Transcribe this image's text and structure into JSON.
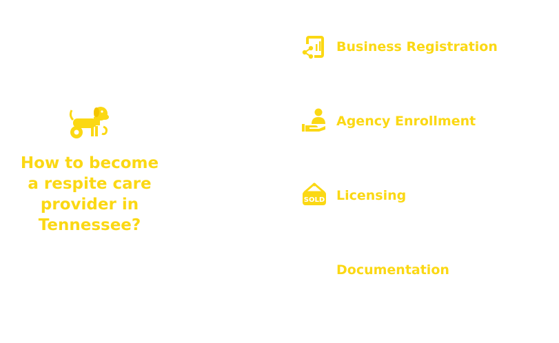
{
  "hero": {
    "icon": "dog-wheelchair-icon",
    "title": "How to become a respite care provider in Tennessee?"
  },
  "steps": [
    {
      "label": "Business Registration",
      "icon": "document-share-icon"
    },
    {
      "label": "Agency Enrollment",
      "icon": "person-hand-icon"
    },
    {
      "label": "Licensing",
      "icon": "sold-sign-icon"
    },
    {
      "label": "Documentation",
      "icon": ""
    }
  ],
  "colors": {
    "accent": "#fbd814",
    "background": "#ffffff"
  }
}
